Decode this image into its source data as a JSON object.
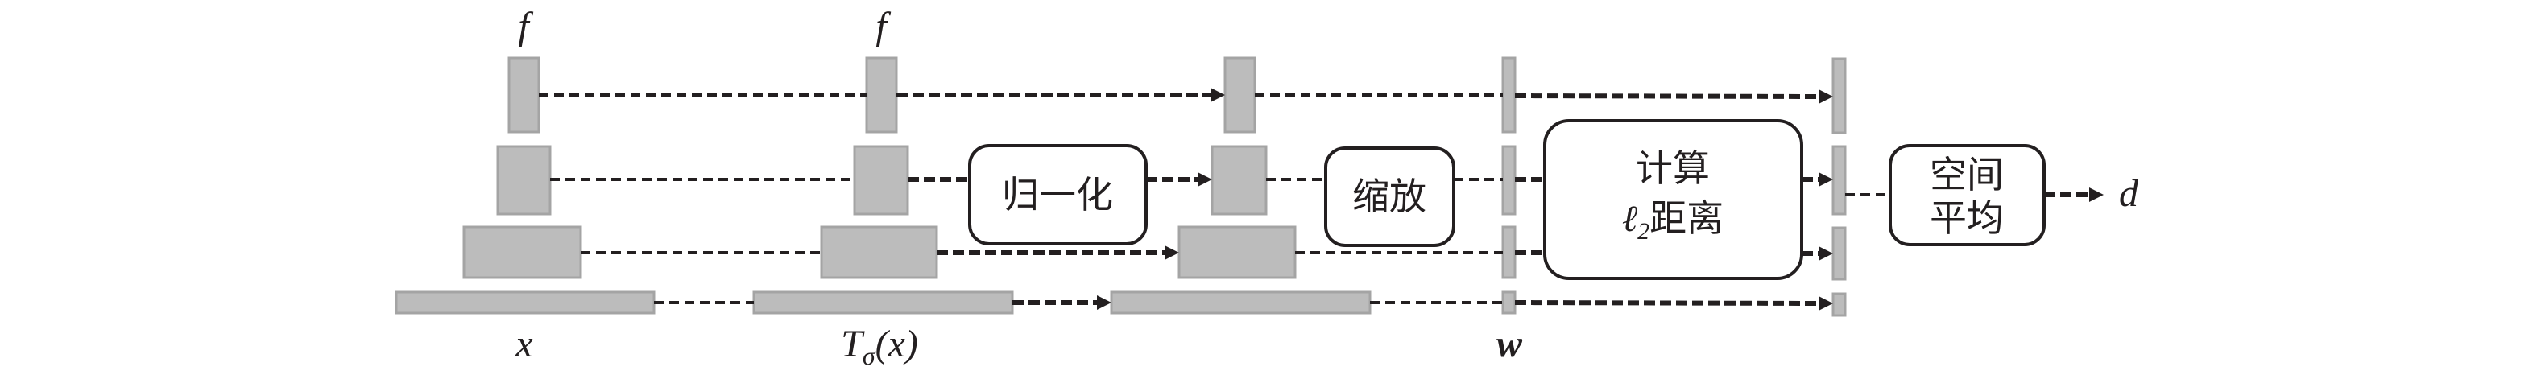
{
  "diagram": {
    "description": "Pipeline for computing perceptual distance d between x and T_sigma(x) using feature extractor f",
    "columns": [
      {
        "id": "x",
        "label": "x",
        "top_label": "f"
      },
      {
        "id": "tx",
        "label_main": "T",
        "label_sub": "σ",
        "label_arg": "(x)",
        "top_label": "f"
      },
      {
        "id": "normalized",
        "label": ""
      },
      {
        "id": "w",
        "label": "w"
      },
      {
        "id": "distances",
        "label": ""
      }
    ],
    "operations": {
      "normalize": "归一化",
      "scale": "缩放",
      "compute_line1": "计算",
      "compute_symbol": "ℓ",
      "compute_sub": "2",
      "compute_line2_rest": "距离",
      "average_line1": "空间",
      "average_line2": "平均"
    },
    "output_label": "d",
    "levels": 4,
    "colors": {
      "feature_fill": "#bcbcbc",
      "feature_stroke": "#a4a4a4",
      "line": "#231f20",
      "background": "#ffffff"
    }
  }
}
